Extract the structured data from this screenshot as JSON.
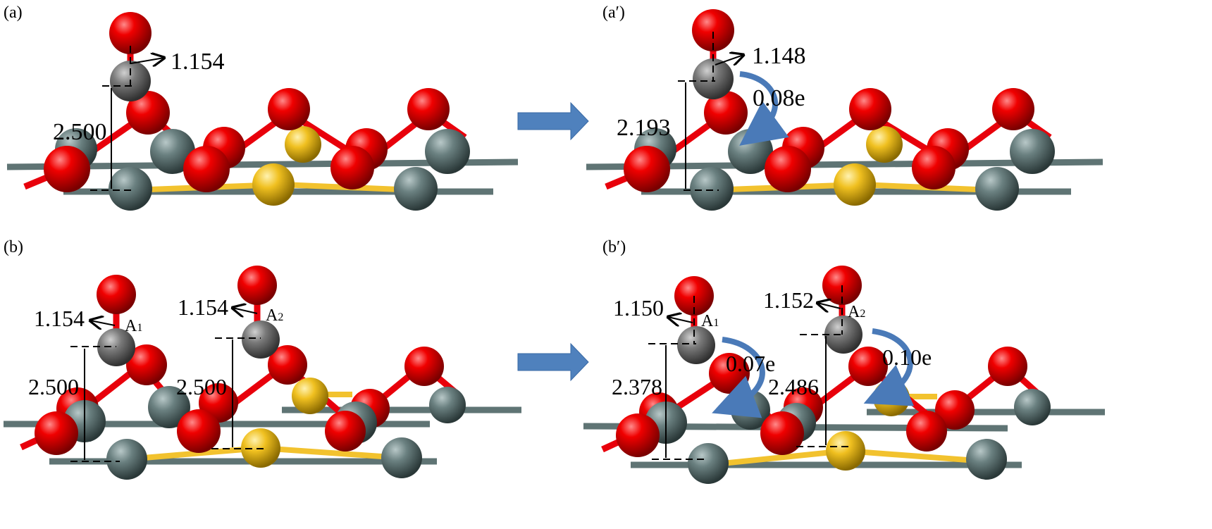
{
  "panels": [
    {
      "label": "(a)",
      "co_bond": "1.154",
      "height": "2.500"
    },
    {
      "label": "(a′)",
      "co_bond": "1.148",
      "height": "2.193",
      "charge": "0.08e"
    },
    {
      "label": "(b)",
      "a1": {
        "site": "A",
        "sub": "1",
        "co_bond": "1.154",
        "height": "2.500"
      },
      "a2": {
        "site": "A",
        "sub": "2",
        "co_bond": "1.154",
        "height": "2.500"
      }
    },
    {
      "label": "(b′)",
      "a1": {
        "site": "A",
        "sub": "1",
        "co_bond": "1.150",
        "height": "2.378",
        "charge": "0.07e"
      },
      "a2": {
        "site": "A",
        "sub": "2",
        "co_bond": "1.152",
        "height": "2.486",
        "charge": "0.10e"
      }
    }
  ],
  "colors": {
    "oxygen": "#e8000b",
    "carbon": "#6e6e6e",
    "metal": "#5f7474",
    "sulfur": "#f2c22e",
    "arrow": "#4a7ab8"
  }
}
